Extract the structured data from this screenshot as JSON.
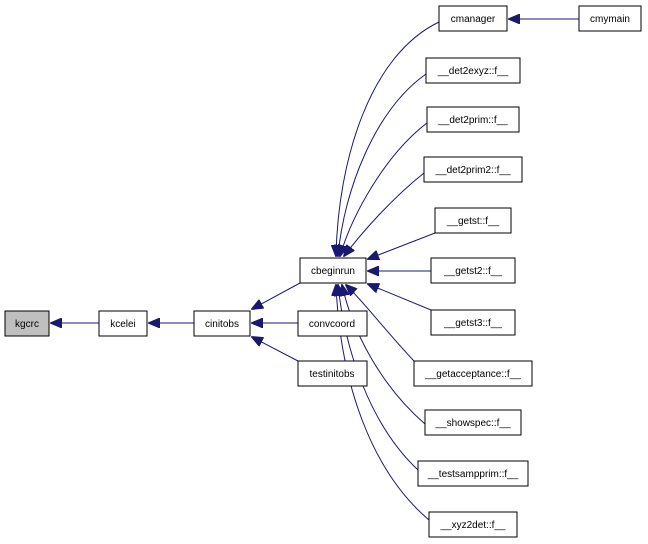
{
  "colors": {
    "edge": "#191970",
    "node_fill": "#ffffff",
    "highlight_fill": "#bfbfbf",
    "node_border": "#000000"
  },
  "nodes": {
    "kgcrc": "kgcrc",
    "kcelei": "kcelei",
    "cinitobs": "cinitobs",
    "cbeginrun": "cbeginrun",
    "convcoord": "convcoord",
    "testinitobs": "testinitobs",
    "cmanager": "cmanager",
    "cmymain": "cmymain",
    "det2exyz": "__det2exyz::f__",
    "det2prim": "__det2prim::f__",
    "det2prim2": "__det2prim2::f__",
    "getst": "__getst::f__",
    "getst2": "__getst2::f__",
    "getst3": "__getst3::f__",
    "getacceptance": "__getacceptance::f__",
    "showspec": "__showspec::f__",
    "testsampprim": "__testsampprim::f__",
    "xyz2det": "__xyz2det::f__"
  },
  "edges": [
    {
      "from": "kcelei",
      "to": "kgcrc"
    },
    {
      "from": "cinitobs",
      "to": "kcelei"
    },
    {
      "from": "cbeginrun",
      "to": "cinitobs"
    },
    {
      "from": "convcoord",
      "to": "cinitobs"
    },
    {
      "from": "testinitobs",
      "to": "cinitobs"
    },
    {
      "from": "cmanager",
      "to": "cbeginrun"
    },
    {
      "from": "det2exyz",
      "to": "cbeginrun"
    },
    {
      "from": "det2prim",
      "to": "cbeginrun"
    },
    {
      "from": "det2prim2",
      "to": "cbeginrun"
    },
    {
      "from": "getst",
      "to": "cbeginrun"
    },
    {
      "from": "getst2",
      "to": "cbeginrun"
    },
    {
      "from": "getst3",
      "to": "cbeginrun"
    },
    {
      "from": "getacceptance",
      "to": "cbeginrun"
    },
    {
      "from": "showspec",
      "to": "cbeginrun"
    },
    {
      "from": "testsampprim",
      "to": "cbeginrun"
    },
    {
      "from": "xyz2det",
      "to": "cbeginrun"
    },
    {
      "from": "cmymain",
      "to": "cmanager"
    }
  ],
  "highlighted_node": "kgcrc"
}
